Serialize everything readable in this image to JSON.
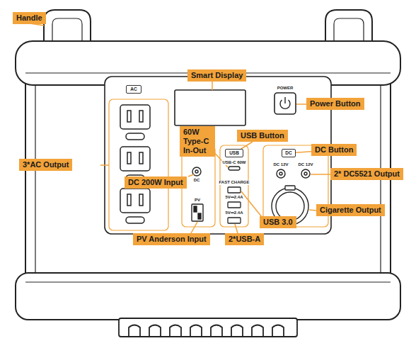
{
  "diagram": {
    "nodes": [
      {
        "text": [
          "Handle"
        ]
      },
      {
        "text": [
          "Smart Display"
        ]
      },
      {
        "text": [
          "Power Button"
        ]
      },
      {
        "text": [
          "AC"
        ]
      },
      {
        "text": [
          "60W Type-C In-Out"
        ]
      },
      {
        "text": [
          "USB Button"
        ]
      },
      {
        "text": [
          "DC Button"
        ]
      },
      {
        "text": [
          "USB"
        ]
      },
      {
        "text": [
          "DC"
        ]
      },
      {
        "text": [
          "3*AC Output"
        ]
      },
      {
        "text": [
          "2* DC5521 Output"
        ]
      },
      {
        "text": [
          "DC 200W Input"
        ]
      },
      {
        "text": [
          "Cigarette Output"
        ]
      },
      {
        "text": [
          "USB 3.0"
        ]
      },
      {
        "text": [
          "PV Anderson Input"
        ]
      },
      {
        "text": [
          "2*USB-A"
        ]
      }
    ],
    "edges": [
      {
        "from": 5,
        "to": 7,
        "arrow": "none"
      },
      {
        "from": 6,
        "to": 8,
        "arrow": "none"
      }
    ],
    "labels": [
      "POWER",
      "DC 12V",
      "DC 12V",
      "USB-C 60W",
      "FAST CHARGE",
      "5V⎓2.4A",
      "5V⎓2.4A",
      "DC",
      "PV"
    ]
  }
}
